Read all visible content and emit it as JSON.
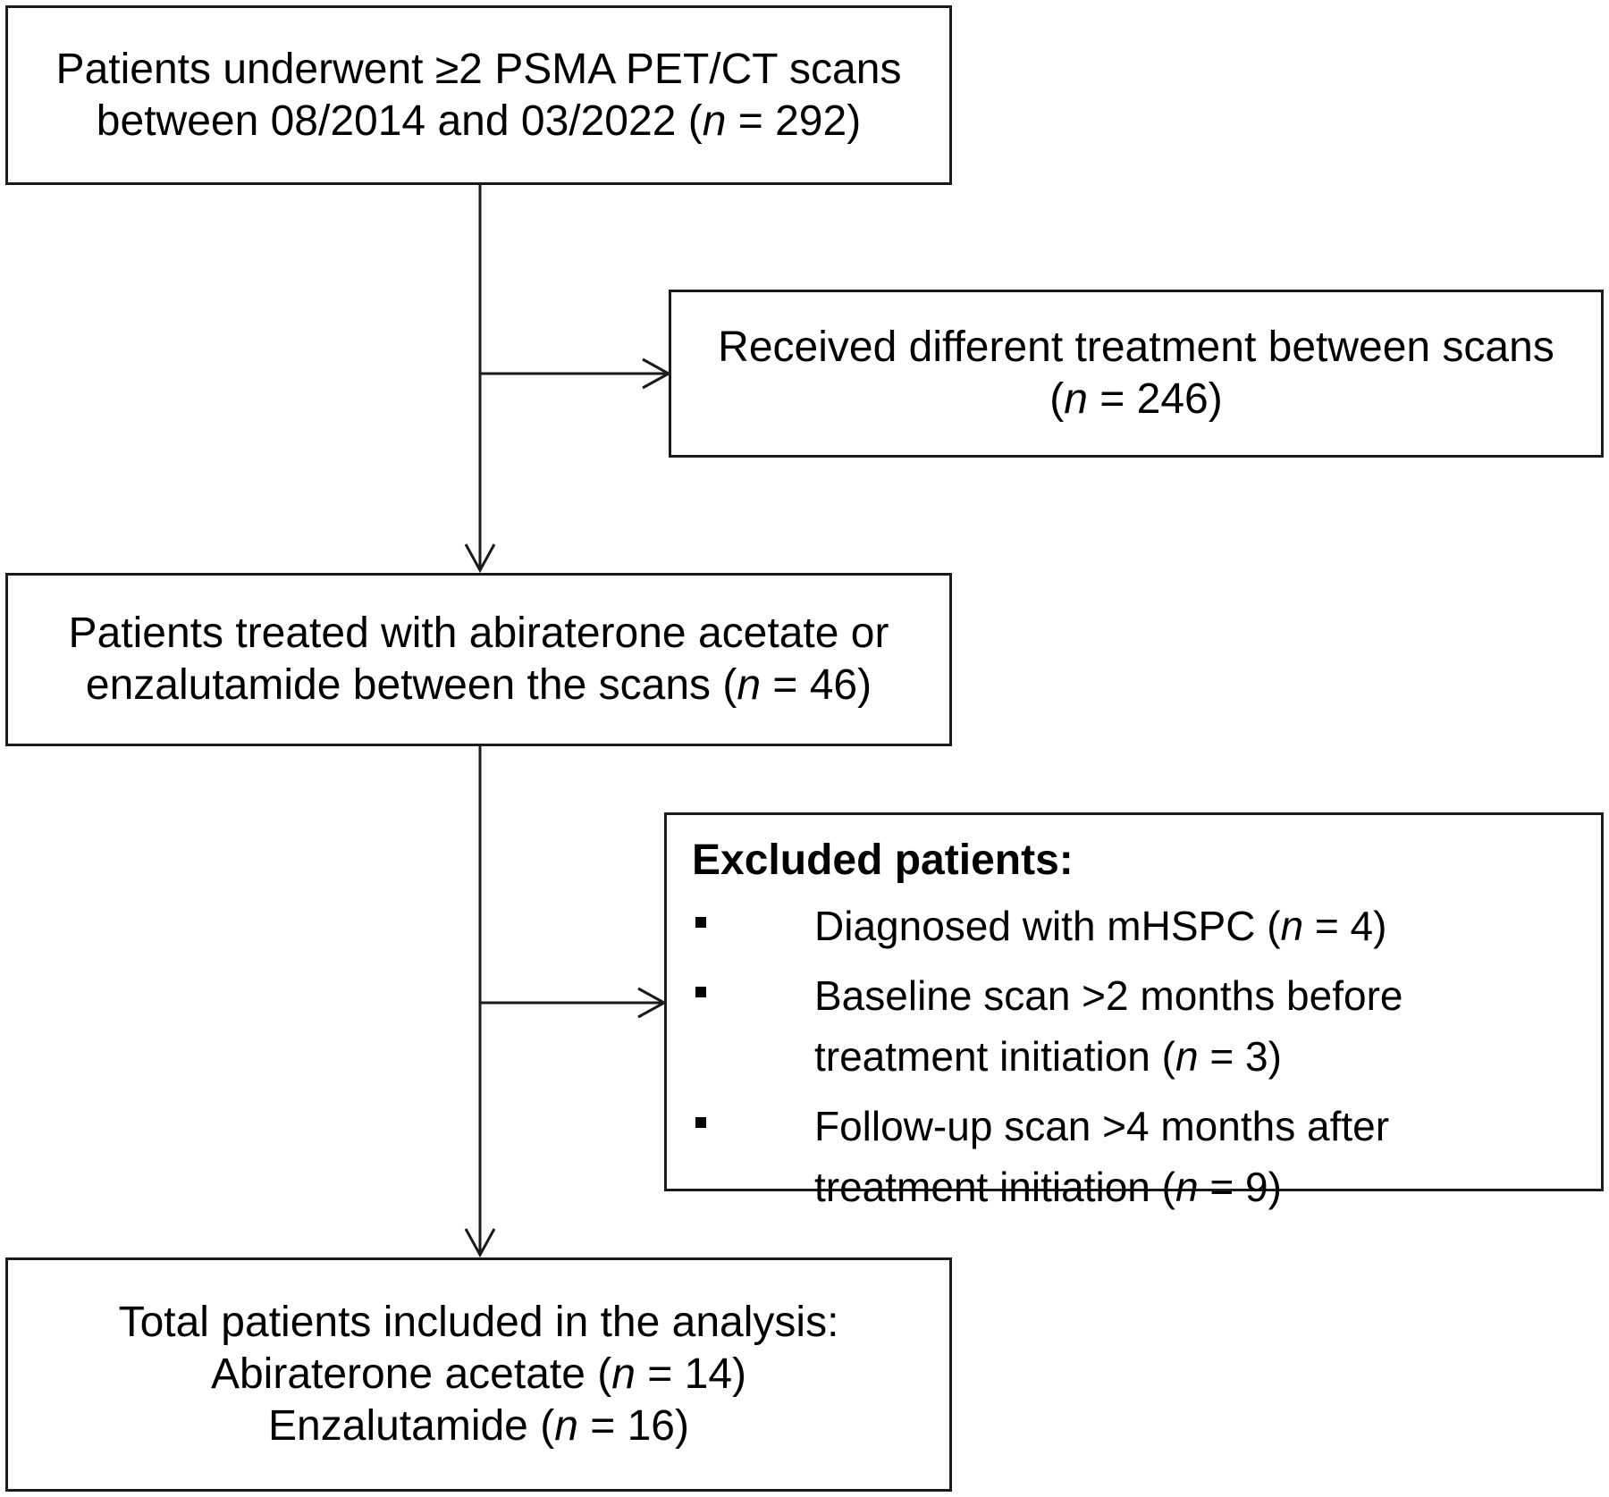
{
  "boxes": {
    "start": {
      "line1": "Patients underwent ≥2 PSMA PET/CT scans",
      "line2_pre": "between 08/2014 and 03/2022 (",
      "line2_n": "n",
      "line2_post": " = 292)"
    },
    "different_treatment": {
      "line1": "Received different treatment between scans",
      "line2_pre": "(",
      "line2_n": "n",
      "line2_post": " = 246)"
    },
    "treated": {
      "line1": "Patients treated with abiraterone acetate or",
      "line2_pre": "enzalutamide between the scans (",
      "line2_n": "n",
      "line2_post": " = 46)"
    },
    "excluded": {
      "heading": "Excluded patients:",
      "items": [
        {
          "line1_pre": "Diagnosed with mHSPC (",
          "line1_n": "n",
          "line1_post": " = 4)"
        },
        {
          "line1": "Baseline scan >2 months before",
          "line2_pre": "treatment initiation (",
          "line2_n": "n",
          "line2_post": " = 3)"
        },
        {
          "line1": "Follow-up scan >4 months after",
          "line2_pre": "treatment initiation (",
          "line2_n": "n",
          "line2_post": " = 9)"
        }
      ]
    },
    "total": {
      "line1": "Total patients included in the analysis:",
      "line2_pre": "Abiraterone acetate (",
      "line2_n": "n",
      "line2_post": " = 14)",
      "line3_pre": "Enzalutamide (",
      "line3_n": "n",
      "line3_post": " = 16)"
    }
  },
  "colors": {
    "line": "#1a1a1a",
    "background": "#ffffff"
  }
}
